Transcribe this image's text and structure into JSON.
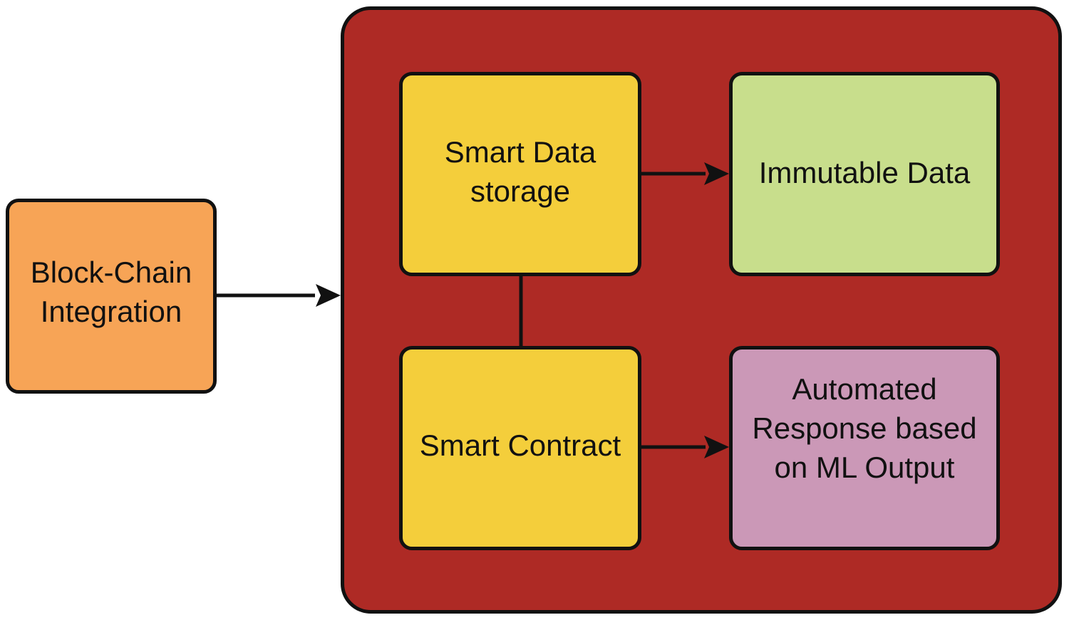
{
  "diagram": {
    "container": {
      "color": "#AE2A25"
    },
    "nodes": {
      "blockchain": {
        "label": "Block-Chain\nIntegration",
        "color": "#F7A456"
      },
      "storage": {
        "label": "Smart Data\nstorage",
        "color": "#F4CE3B"
      },
      "immutable": {
        "label": "Immutable Data",
        "color": "#C8DE8C"
      },
      "contract": {
        "label": "Smart Contract",
        "color": "#F4CE3B"
      },
      "automated": {
        "label": "Automated\nResponse based\non ML Output",
        "color": "#CB98B7"
      }
    },
    "edges": [
      {
        "from": "blockchain",
        "to": "container",
        "arrow": true
      },
      {
        "from": "storage",
        "to": "immutable",
        "arrow": true
      },
      {
        "from": "storage",
        "to": "contract",
        "arrow": false
      },
      {
        "from": "contract",
        "to": "automated",
        "arrow": true
      }
    ]
  }
}
